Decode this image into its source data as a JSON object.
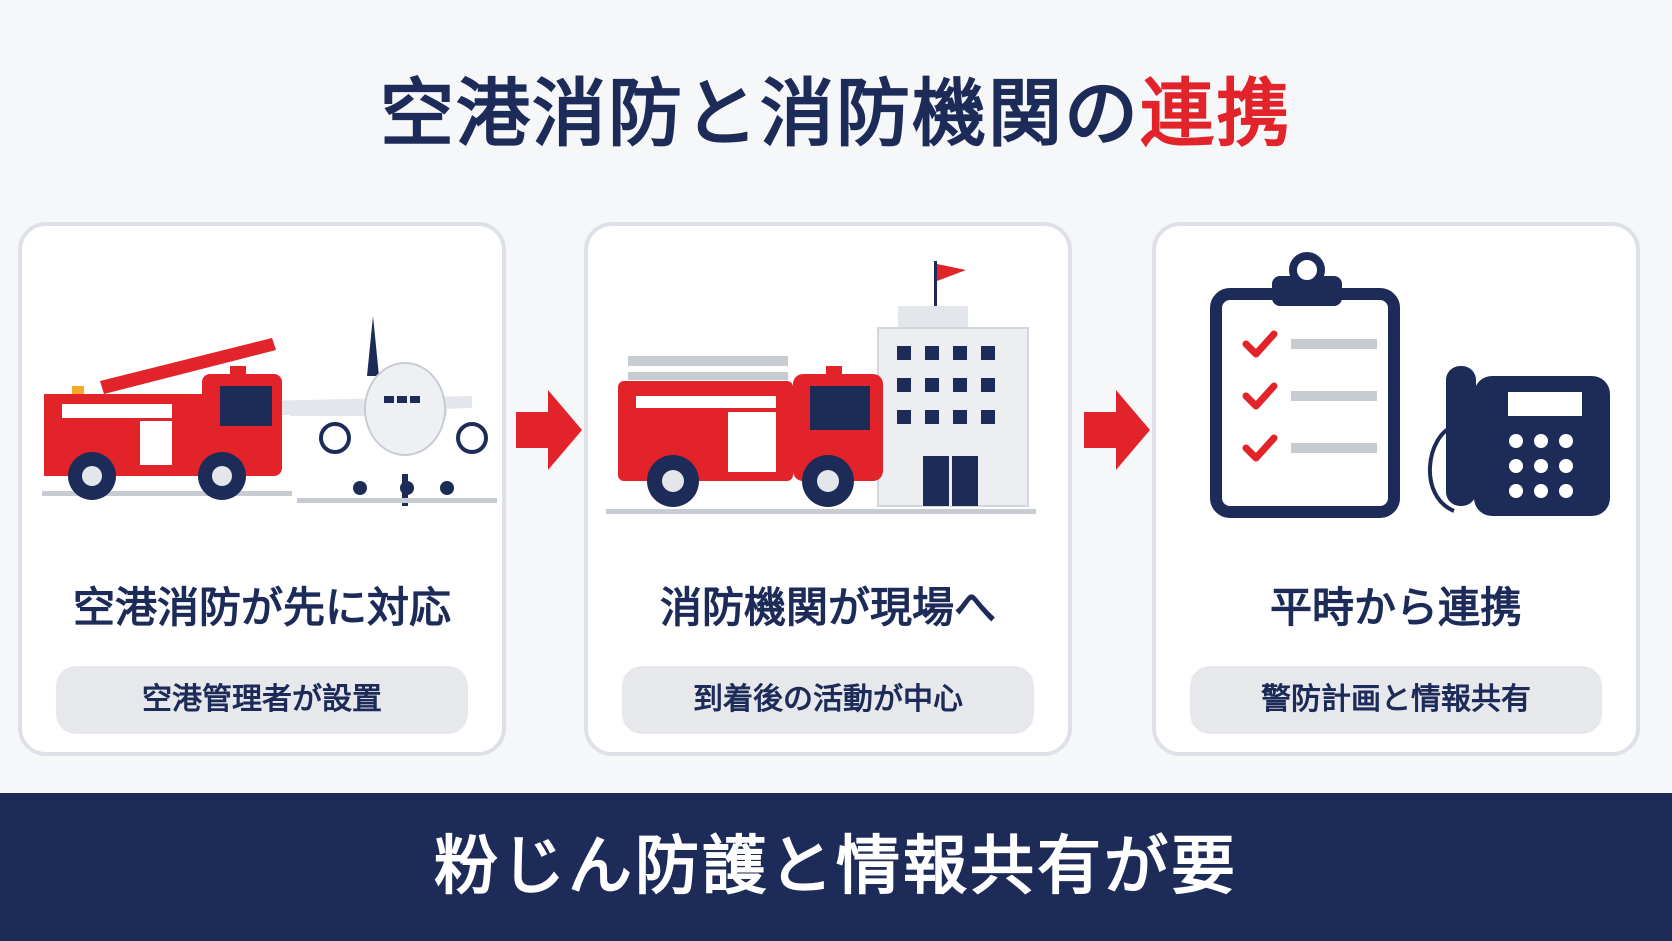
{
  "title": {
    "main": "空港消防と消防機関の",
    "accent": "連携"
  },
  "steps": [
    {
      "heading": "空港消防が先に対応",
      "sub": "空港管理者が設置",
      "icons": [
        "fire-truck-icon",
        "airplane-icon"
      ]
    },
    {
      "heading": "消防機関が現場へ",
      "sub": "到着後の活動が中心",
      "icons": [
        "fire-truck-icon",
        "fire-station-building-icon"
      ]
    },
    {
      "heading": "平時から連携",
      "sub": "警防計画と情報共有",
      "icons": [
        "checklist-clipboard-icon",
        "telephone-icon"
      ]
    }
  ],
  "banner": "粉じん防護と情報共有が要",
  "colors": {
    "navy": "#1c2b57",
    "red": "#e2232a",
    "card_border": "#dde1e7",
    "pill": "#e6e8ec"
  }
}
